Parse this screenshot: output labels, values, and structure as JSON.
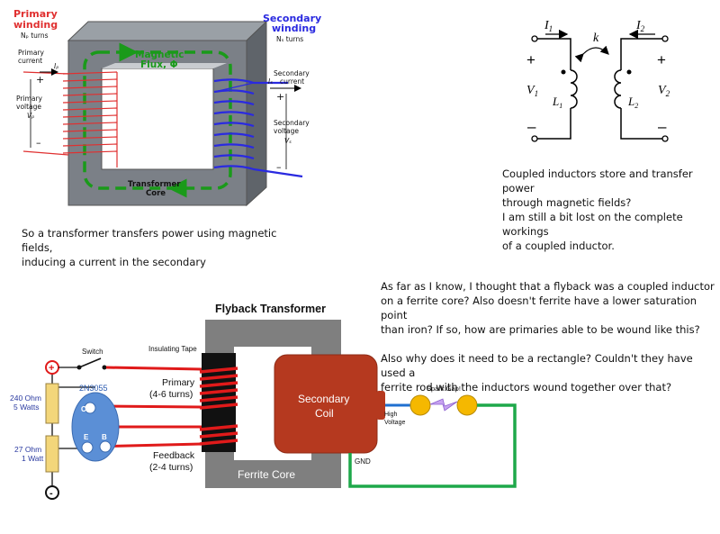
{
  "transformer": {
    "primary_winding_line1": "Primary",
    "primary_winding_line2": "winding",
    "np_turns": "Nₚ turns",
    "primary_current_label": "Primary",
    "primary_current_label2": "current",
    "ip": "Iₚ",
    "primary_voltage_label": "Primary",
    "primary_voltage_label2": "voltage",
    "vp": "Vₚ",
    "plus": "+",
    "minus": "–",
    "secondary_winding_line1": "Secondary",
    "secondary_winding_line2": "winding",
    "ns_turns": "Nₛ turns",
    "secondary_current_label": "Secondary",
    "secondary_current_label2": "current",
    "is": "Iₛ",
    "secondary_voltage_label": "Secondary",
    "secondary_voltage_label2": "voltage",
    "vs": "Vₛ",
    "magnetic_flux_line1": "Magnetic",
    "magnetic_flux_line2": "Flux, Φ",
    "core_line1": "Transformer",
    "core_line2": "Core",
    "colors": {
      "primary": "#e03030",
      "secondary": "#2a2ae0",
      "flux": "#1a9a1a",
      "core": "#7b8087"
    }
  },
  "transformer_note": "So a transformer transfers power using magnetic fields,\ninducing a current in the secondary",
  "coupled": {
    "i1": "I",
    "i1_sub": "1",
    "i2": "I",
    "i2_sub": "2",
    "k": "k",
    "v1": "V",
    "v1_sub": "1",
    "v2": "V",
    "v2_sub": "2",
    "l1": "L",
    "l1_sub": "1",
    "l2": "L",
    "l2_sub": "2",
    "plus": "+",
    "minus": "–"
  },
  "coupled_note": "Coupled inductors store and transfer power\nthrough magnetic fields?\nI am still a bit lost on the complete workings\nof a coupled inductor.",
  "flyback_note": "As far as I know, I thought that a flyback was a coupled inductor\non a ferrite core? Also doesn't ferrite have a lower saturation point\nthan iron? If so, how are primaries able to be wound like this?\n\nAlso why does it need to be a rectangle? Couldn't they have used a\nferrite rod with the inductors wound together over that?",
  "flyback": {
    "title": "Flyback Transformer",
    "switch": "Switch",
    "insulating_tape": "Insulating Tape",
    "primary": "Primary",
    "primary_turns": "(4-6 turns)",
    "feedback": "Feedback",
    "feedback_turns": "(2-4 turns)",
    "transistor": "2N3055",
    "pin_c": "C",
    "pin_e": "E",
    "pin_b": "B",
    "r1_value": "240 Ohm",
    "r1_power": "5 Watts",
    "r2_value": "27 Ohm",
    "r2_power": "1 Watt",
    "plus": "+",
    "minus": "-",
    "secondary_line1": "Secondary",
    "secondary_line2": "Coil",
    "ferrite_core": "Ferrite Core",
    "high_voltage_line1": "High",
    "high_voltage_line2": "Voltage",
    "gnd": "GND",
    "spark_gap": "Spark Gap!",
    "colors": {
      "core": "#7f7f7f",
      "coil": "#b5391f",
      "wire_red": "#e01a1a",
      "gnd_wire": "#1ea84a",
      "transistor": "#5b8fd6",
      "resistor": "#f3d67a"
    }
  }
}
